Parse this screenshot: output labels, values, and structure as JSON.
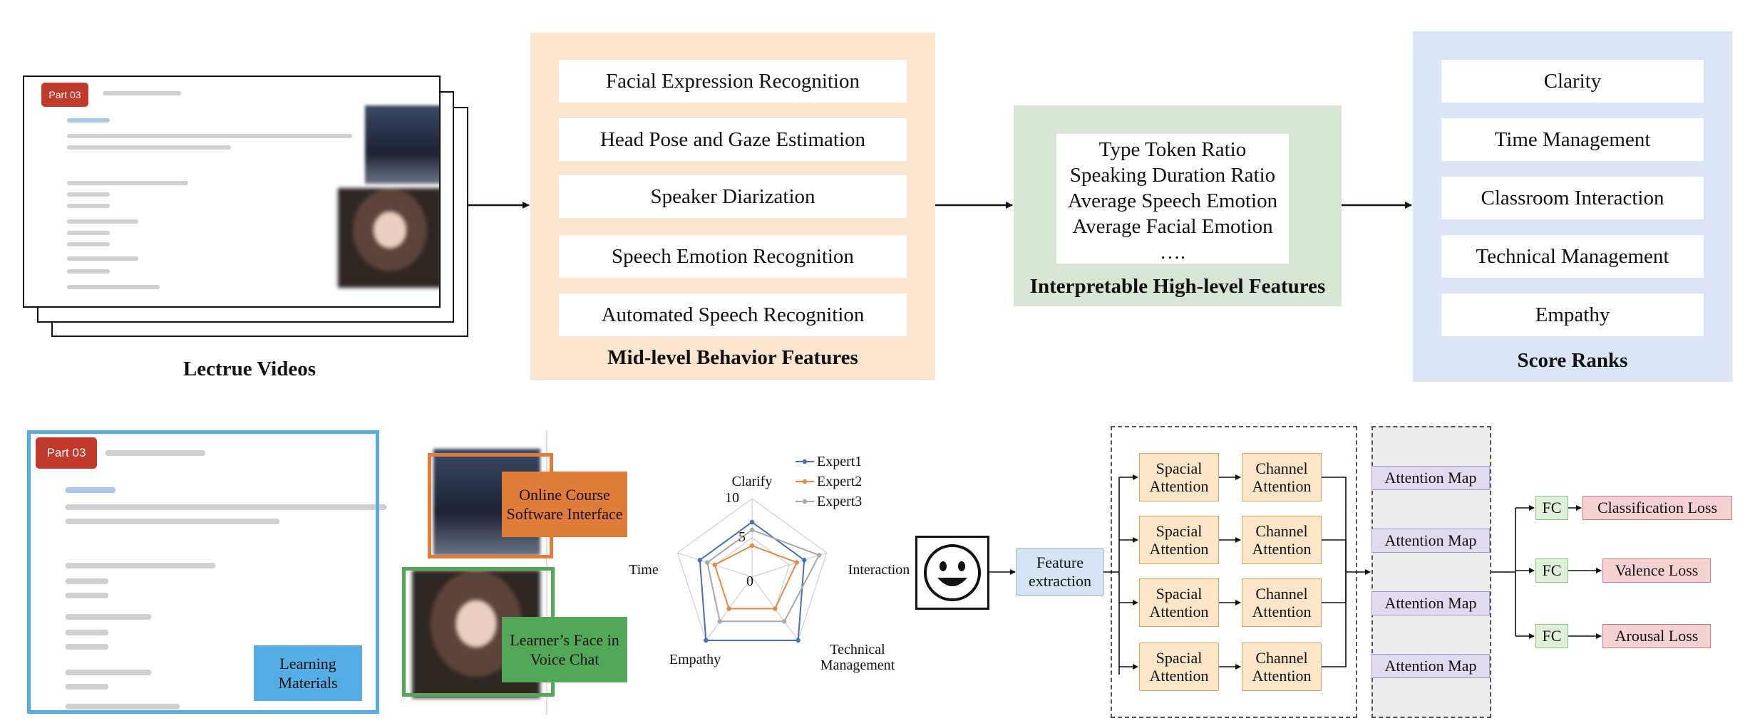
{
  "top": {
    "videos": {
      "caption": "Lectrue Videos",
      "slide_tag": "Part 03"
    },
    "mid": {
      "caption": "Mid-level Behavior Features",
      "items": [
        "Facial Expression Recognition",
        "Head Pose and Gaze Estimation",
        "Speaker Diarization",
        "Speech Emotion Recognition",
        "Automated Speech Recognition"
      ]
    },
    "high": {
      "caption": "Interpretable High-level Features",
      "items": [
        "Type Token Ratio",
        "Speaking Duration Ratio",
        "Average Speech Emotion",
        "Average Facial Emotion",
        "…."
      ]
    },
    "scores": {
      "caption": "Score Ranks",
      "items": [
        "Clarity",
        "Time Management",
        "Classroom Interaction",
        "Technical Management",
        "Empathy"
      ]
    }
  },
  "bottom": {
    "screenshot": {
      "slide_tag": "Part 03",
      "learning_materials": "Learning Materials",
      "online_course": "Online Course Software Interface",
      "learners_face": "Learner’s Face in Voice Chat",
      "colors": {
        "blue": "#55ade4",
        "orange": "#e07b39",
        "green": "#52a857"
      }
    },
    "radar": {
      "axes": [
        "Clarify",
        "Interaction",
        "Technical Management",
        "Empathy",
        "Time"
      ],
      "axis_label_lines": [
        [
          "Clarify"
        ],
        [
          "Interaction"
        ],
        [
          "Technical",
          "Management"
        ],
        [
          "Empathy"
        ],
        [
          "Time"
        ]
      ],
      "ticks": [
        "0",
        "5",
        "10"
      ]
    },
    "model": {
      "feature_extraction": "Feature extraction",
      "spacial_attention": "Spacial Attention",
      "channel_attention": "Channel Attention",
      "attention_map": "Attention Map",
      "fc": "FC",
      "losses": [
        "Classification Loss",
        "Valence Loss",
        "Arousal Loss"
      ]
    }
  },
  "chart_data": {
    "type": "radar",
    "categories": [
      "Clarify",
      "Interaction",
      "Technical Management",
      "Empathy",
      "Time"
    ],
    "rlim": [
      0,
      10
    ],
    "ticks": [
      0,
      5,
      10
    ],
    "series": [
      {
        "name": "Expert1",
        "color": "#4a6fb0",
        "values": [
          7,
          7,
          10,
          10,
          7
        ]
      },
      {
        "name": "Expert2",
        "color": "#e08a4c",
        "values": [
          4,
          6,
          5,
          5,
          5
        ]
      },
      {
        "name": "Expert3",
        "color": "#a8a8a8",
        "values": [
          6,
          9,
          7,
          7,
          6
        ]
      }
    ],
    "legend": "top-right"
  }
}
